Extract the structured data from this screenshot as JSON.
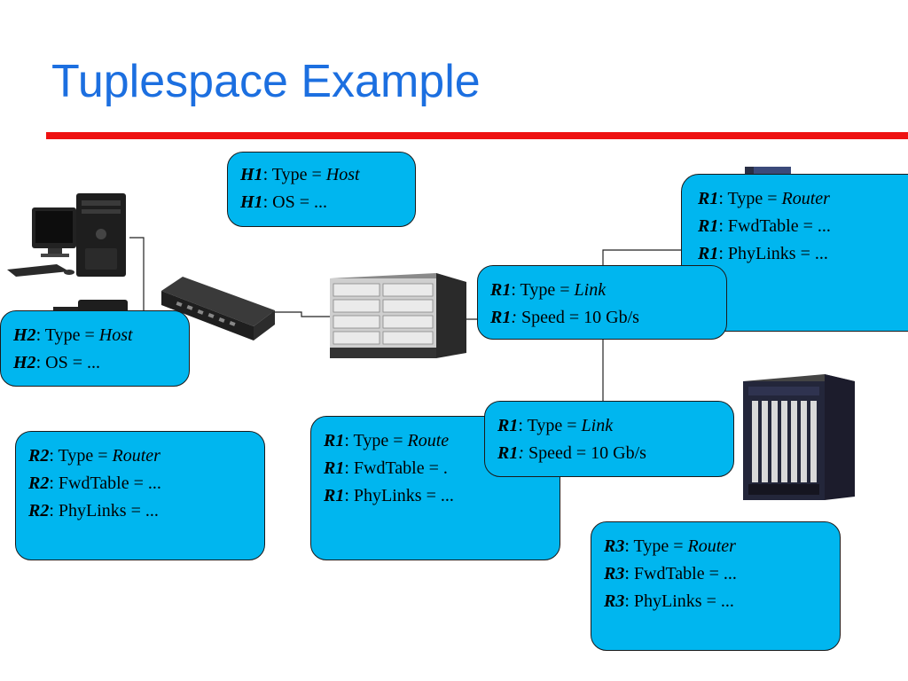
{
  "slide": {
    "title": "Tuplespace Example"
  },
  "colors": {
    "title": "#1c6fe0",
    "rule": "#ee1111",
    "box_fill": "#00b6ef"
  },
  "devices": [
    {
      "name": "host-computer-h1",
      "icon": "desktop-pc-icon"
    },
    {
      "name": "host-computer-h2",
      "icon": "desktop-pc-icon"
    },
    {
      "name": "ethernet-switch",
      "icon": "switch-icon"
    },
    {
      "name": "router-r1-chassis",
      "icon": "router-chassis-icon"
    },
    {
      "name": "router-r2-rack",
      "icon": "router-rack-icon"
    },
    {
      "name": "router-r3-rack",
      "icon": "router-rack-icon"
    }
  ],
  "boxes": {
    "h1": {
      "lines": [
        {
          "id": "H1",
          "sep": ": ",
          "key": "Type = ",
          "val": "Host"
        },
        {
          "id": "H1",
          "sep": ": ",
          "key": "OS =  ...",
          "val": ""
        }
      ]
    },
    "h2": {
      "lines": [
        {
          "id": "H2",
          "sep": ": ",
          "key": "Type = ",
          "val": "Host"
        },
        {
          "id": "H2",
          "sep": ": ",
          "key": "OS =  ...",
          "val": ""
        }
      ]
    },
    "r2": {
      "lines": [
        {
          "id": "R2",
          "sep": ": ",
          "key": "Type = ",
          "val": "Router"
        },
        {
          "id": "R2",
          "sep": ": ",
          "key": "FwdTable =  ...",
          "val": ""
        },
        {
          "id": "R2",
          "sep": ": ",
          "key": "PhyLinks = ...",
          "val": ""
        }
      ]
    },
    "r1_center": {
      "lines": [
        {
          "id": "R1",
          "sep": ": ",
          "key": "Type = ",
          "val": "Route"
        },
        {
          "id": "R1",
          "sep": ": ",
          "key": "FwdTable =  .",
          "val": ""
        },
        {
          "id": "R1",
          "sep": ": ",
          "key": "PhyLinks = ...",
          "val": ""
        }
      ]
    },
    "r1_right": {
      "lines": [
        {
          "id": "R1",
          "sep": ": ",
          "key": "Type = ",
          "val": "Router"
        },
        {
          "id": "R1",
          "sep": ": ",
          "key": "FwdTable =  ...",
          "val": ""
        },
        {
          "id": "R1",
          "sep": ": ",
          "key": "PhyLinks = ...",
          "val": ""
        }
      ]
    },
    "link1": {
      "lines": [
        {
          "id": "R1",
          "sep": ": ",
          "key": "Type = ",
          "val": "Link"
        },
        {
          "id": "R1",
          "sep": ": ",
          "key": "Speed = 10 Gb/s",
          "val": ""
        }
      ]
    },
    "link2": {
      "lines": [
        {
          "id": "R1",
          "sep": ": ",
          "key": "Type = ",
          "val": "Link"
        },
        {
          "id": "R1",
          "sep": ": ",
          "key": "Speed = 10 Gb/s",
          "val": ""
        }
      ]
    },
    "r3": {
      "lines": [
        {
          "id": "R3",
          "sep": ": ",
          "key": "Type = ",
          "val": "Router"
        },
        {
          "id": "R3",
          "sep": ": ",
          "key": "FwdTable =  ...",
          "val": ""
        },
        {
          "id": "R3",
          "sep": ": ",
          "key": "PhyLinks = ...",
          "val": ""
        }
      ]
    }
  }
}
